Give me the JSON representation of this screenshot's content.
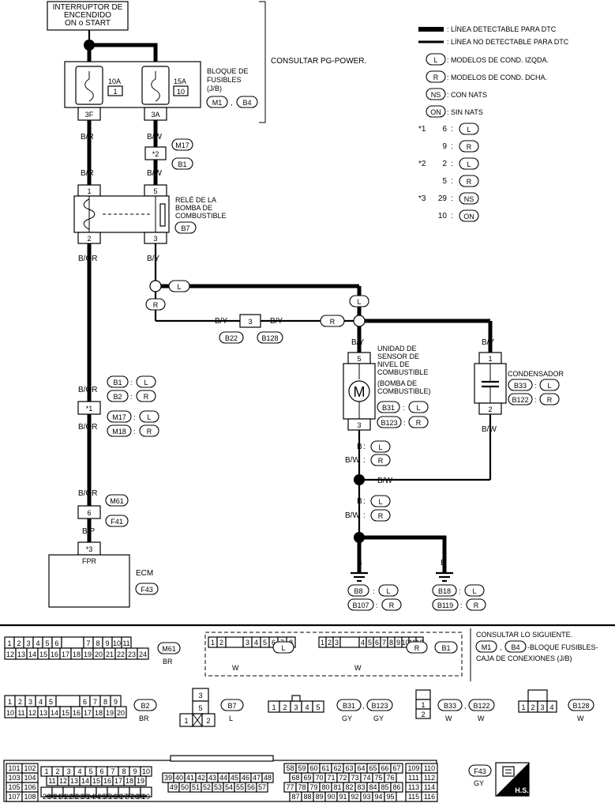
{
  "ignition_switch": {
    "line1": "INTERRUPTOR DE",
    "line2": "ENCENDIDO",
    "line3": "ON o START"
  },
  "consult_pg": "CONSULTAR PG-POWER.",
  "fuse_block": {
    "title1": "BLOQUE DE",
    "title2": "FUSIBLES",
    "title3": "(J/B)",
    "conn_a": "M1",
    "conn_b": "B4",
    "sep": ",",
    "fuse1_amp": "10A",
    "fuse1_num": "1",
    "fuse2_amp": "15A",
    "fuse2_num": "10",
    "term1": "3F",
    "term2": "3A"
  },
  "legend": {
    "detectable": ": LÍNEA DETECTABLE PARA DTC",
    "not_detectable": ": LÍNEA NO DETECTABLE PARA DTC",
    "l_code": "L",
    "l_text": ": MODELOS DE COND. IZQDA.",
    "r_code": "R",
    "r_text": ": MODELOS DE COND. DCHA.",
    "ns_code": "NS",
    "ns_text": ": CON NATS",
    "on_code": "ON",
    "on_text": ": SIN NATS",
    "n1": "*1",
    "n1a": "6",
    "n1b": "9",
    "n2": "*2",
    "n2a": "2",
    "n2b": "5",
    "n3": "*3",
    "n3a": "29",
    "n3b": "10",
    "colon": ":"
  },
  "wires": {
    "br": "B/R",
    "bw": "B/W",
    "bor": "B/OR",
    "by": "B/Y",
    "bp": "B/P",
    "b": "B"
  },
  "connectors": {
    "m17": "M17",
    "b1": "B1",
    "b2": "B2",
    "b7": "B7",
    "b22": "B22",
    "b128": "B128",
    "m18": "M18",
    "m61": "M61",
    "f41": "F41",
    "f43": "F43",
    "b31": "B31",
    "b123": "B123",
    "b33": "B33",
    "b122": "B122",
    "b8": "B8",
    "b107": "B107",
    "b18": "B18",
    "b119": "B119",
    "star1": "*1",
    "star2": "*2",
    "star3": "*3",
    "pin1": "1",
    "pin2": "2",
    "pin3": "3",
    "pin5": "5",
    "pin6": "6"
  },
  "relay": {
    "line1": "RELÉ DE LA",
    "line2": "BOMBA DE",
    "line3": "COMBUSTIBLE"
  },
  "sender": {
    "line1": "UNIDAD DE",
    "line2": "SENSOR DE",
    "line3": "NIVEL DE",
    "line4": "COMBUSTIBLE",
    "line5": "(BOMBA DE",
    "line6": "COMBUSTIBLE)",
    "motor": "M"
  },
  "condenser": "CONDENSADOR",
  "ecm": {
    "label": "ECM",
    "pin": "FPR"
  },
  "bottom": {
    "m61_color": "BR",
    "w": "W",
    "consult1": "CONSULTAR LO SIGUIENTE.",
    "consult2": "-BLOQUE FUSIBLES-",
    "consult3": "CAJA DE CONEXIONES (J/B)",
    "b2_color": "BR",
    "b7_color": "L",
    "gy": "GY",
    "hs": "H.S.",
    "m61_row1": [
      "1",
      "2",
      "3",
      "4",
      "5",
      "6",
      "",
      "7",
      "8",
      "9",
      "10",
      "11"
    ],
    "m61_row2": [
      "12",
      "13",
      "14",
      "15",
      "16",
      "17",
      "18",
      "19",
      "20",
      "21",
      "22",
      "23",
      "24"
    ],
    "b2_row1": [
      "1",
      "2",
      "3",
      "4",
      "5",
      "",
      "6",
      "7",
      "8",
      "9"
    ],
    "b2_row2": [
      "10",
      "11",
      "12",
      "13",
      "14",
      "15",
      "16",
      "17",
      "18",
      "19",
      "20"
    ],
    "l_box": [
      "1",
      "2",
      "",
      "3",
      "4",
      "5",
      "6",
      "7",
      "8"
    ],
    "r_box": [
      "1",
      "2",
      "3",
      "",
      "4",
      "5",
      "6",
      "7",
      "8",
      "9",
      "10",
      "11",
      "12"
    ],
    "b31_pins": [
      "1",
      "2",
      "3",
      "4",
      "5"
    ],
    "b128_pins": [
      "1",
      "2",
      "3",
      "4"
    ],
    "f43_a": [
      "101",
      "102",
      "103",
      "104",
      "105",
      "106",
      "107",
      "108"
    ],
    "f43_b1": [
      "1",
      "2",
      "3",
      "4",
      "5",
      "6",
      "7",
      "8",
      "9",
      "10"
    ],
    "f43_b2": [
      "11",
      "12",
      "13",
      "14",
      "15",
      "16",
      "17",
      "18",
      "19"
    ],
    "f43_b3": [
      "20",
      "21",
      "22",
      "23",
      "24",
      "25",
      "26",
      "27",
      "28",
      "29"
    ],
    "f43_b4": [
      "30",
      "31",
      "32",
      "33",
      "34",
      "35",
      "36",
      "37",
      "38"
    ],
    "f43_c1": [
      "39",
      "40",
      "41",
      "42",
      "43",
      "44",
      "45",
      "46",
      "47",
      "48"
    ],
    "f43_c2": [
      "49",
      "50",
      "51",
      "52",
      "53",
      "54",
      "55",
      "56",
      "57"
    ],
    "f43_d1": [
      "58",
      "59",
      "60",
      "61",
      "62",
      "63",
      "64",
      "65",
      "66",
      "67"
    ],
    "f43_d2": [
      "68",
      "69",
      "70",
      "71",
      "72",
      "73",
      "74",
      "75",
      "76"
    ],
    "f43_d3": [
      "77",
      "78",
      "79",
      "80",
      "81",
      "82",
      "83",
      "84",
      "85",
      "86"
    ],
    "f43_d4": [
      "87",
      "88",
      "89",
      "90",
      "91",
      "92",
      "93",
      "94",
      "95"
    ],
    "f43_e": [
      "109",
      "110",
      "111",
      "112",
      "113",
      "114",
      "115",
      "116"
    ]
  }
}
